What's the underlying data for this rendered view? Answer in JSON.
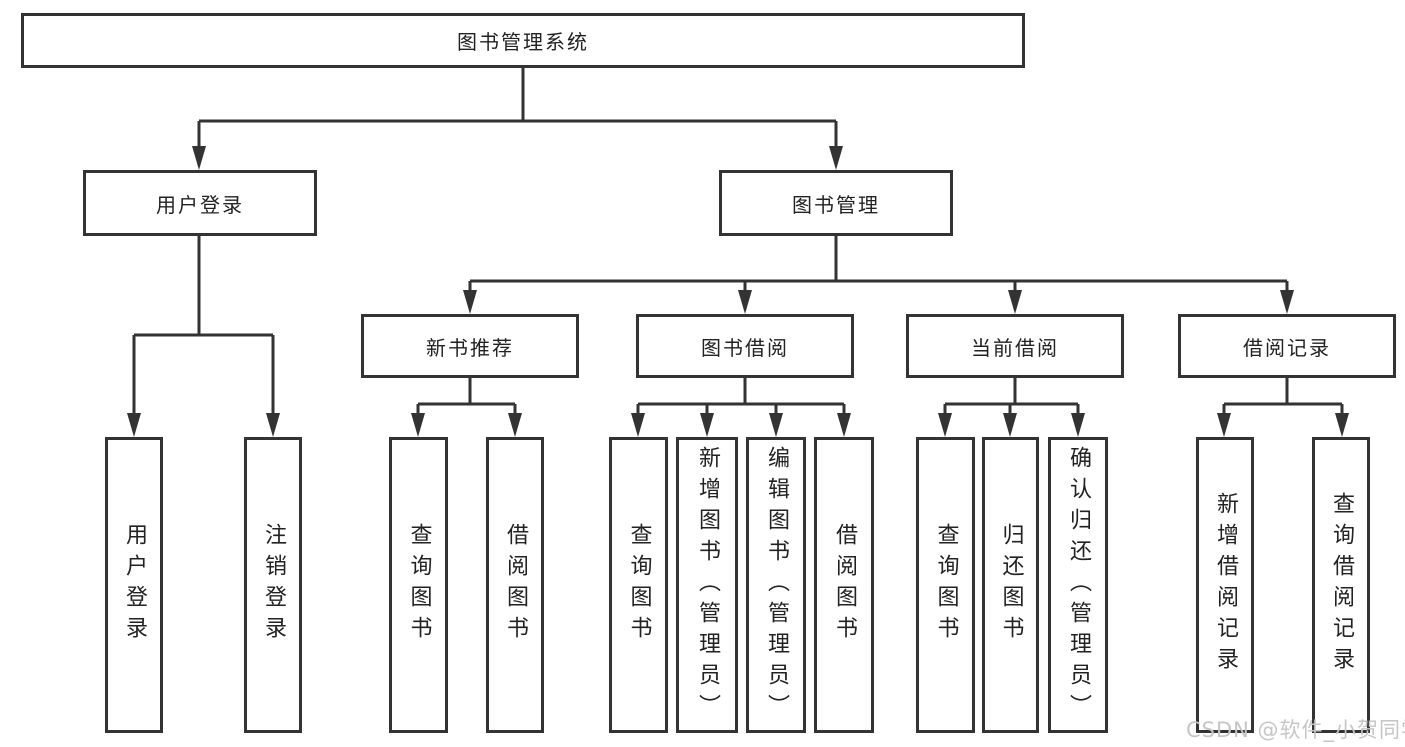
{
  "diagram": {
    "root": {
      "label": "图书管理系统"
    },
    "branches": [
      {
        "label": "用户登录",
        "children": [
          "用户登录",
          "注销登录"
        ]
      },
      {
        "label": "图书管理",
        "groups": [
          {
            "label": "新书推荐",
            "children": [
              "查询图书",
              "借阅图书"
            ]
          },
          {
            "label": "图书借阅",
            "children": [
              "查询图书",
              "新增图书（管理员）",
              "编辑图书（管理员）",
              "借阅图书"
            ]
          },
          {
            "label": "当前借阅",
            "children": [
              "查询图书",
              "归还图书",
              "确认归还（管理员）"
            ]
          },
          {
            "label": "借阅记录",
            "children": [
              "新增借阅记录",
              "查询借阅记录"
            ]
          }
        ]
      }
    ],
    "watermark": "CSDN @软件_小贺同学",
    "colors": {
      "line": "#333333",
      "text": "#222222",
      "box_background": "#ffffff",
      "page_background": "#ffffff",
      "watermark": "#c6c6c6"
    }
  }
}
